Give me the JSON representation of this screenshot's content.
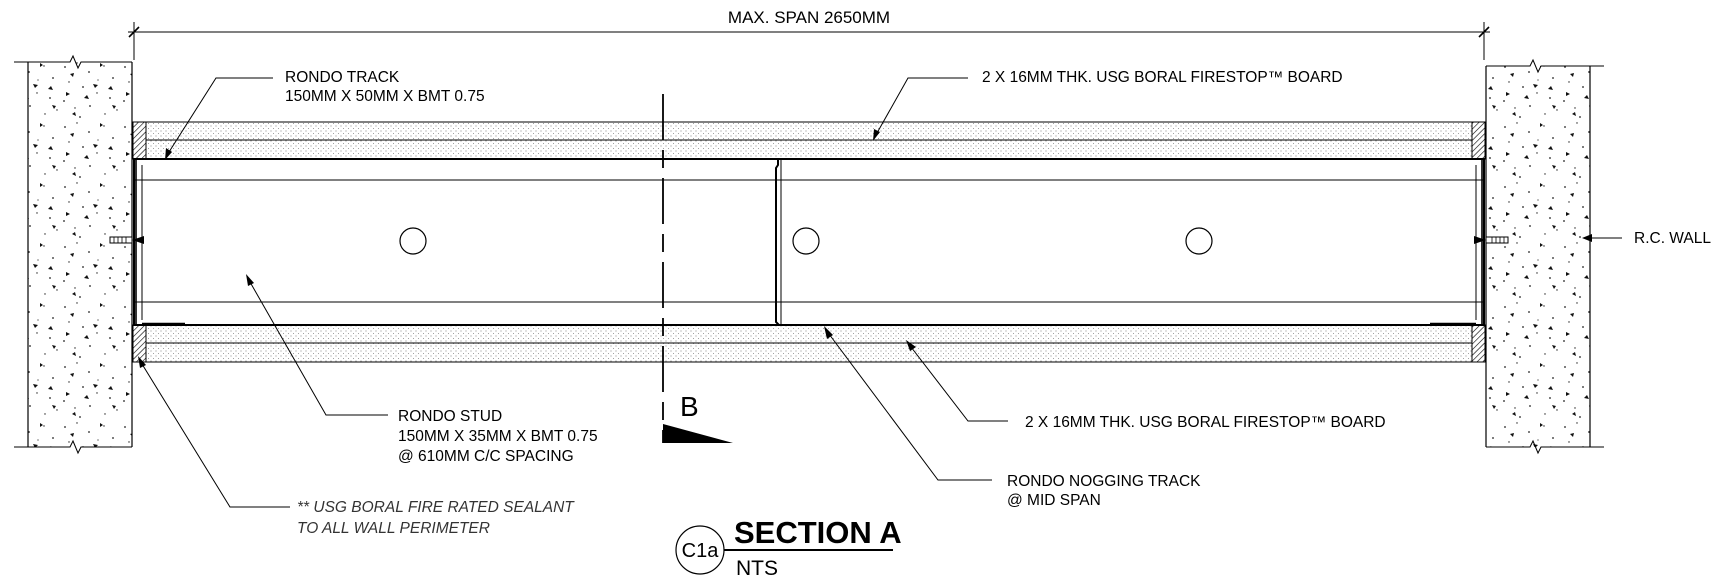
{
  "dimension": {
    "label": "MAX. SPAN 2650MM"
  },
  "labels": {
    "rondo_track": [
      "RONDO TRACK",
      "150MM X 50MM X BMT 0.75"
    ],
    "board_top": "2 X 16MM THK. USG BORAL FIRESTOP™ BOARD",
    "board_bottom": "2 X 16MM THK. USG BORAL FIRESTOP™ BOARD",
    "rc_wall": "R.C. WALL",
    "rondo_stud": [
      "RONDO STUD",
      "150MM X 35MM X BMT 0.75",
      "@ 610MM C/C SPACING"
    ],
    "sealant": [
      "** USG BORAL FIRE RATED SEALANT",
      "TO ALL WALL PERIMETER"
    ],
    "nogging": [
      "RONDO NOGGING TRACK",
      "@ MID SPAN"
    ]
  },
  "section_marker": {
    "letter": "B"
  },
  "title_block": {
    "tag": "C1a",
    "title": "SECTION A",
    "scale": "NTS"
  }
}
